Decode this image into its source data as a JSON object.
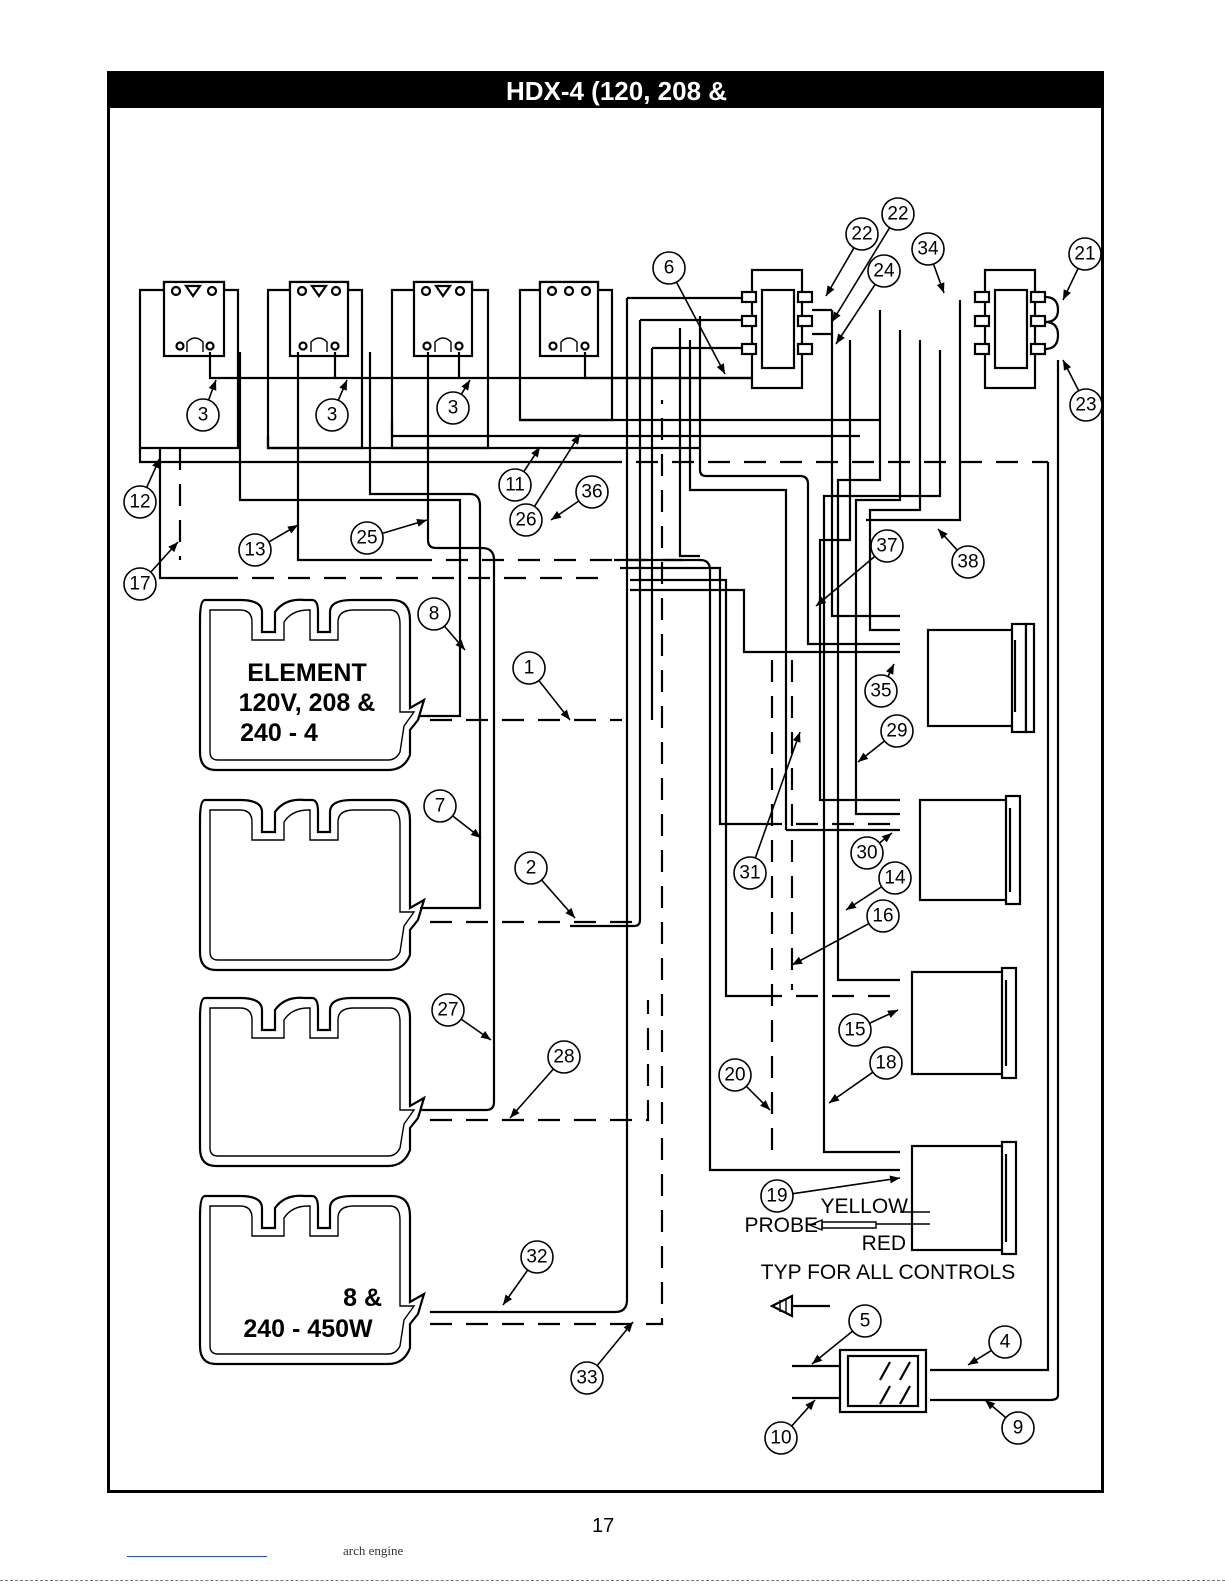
{
  "title": "HDX-4  (120, 208 &",
  "element_labels": {
    "line1": "ELEMENT",
    "line2": "120V, 208 &",
    "line3": "240 - 4",
    "lower1": "8 &",
    "lower2": "240 - 450W"
  },
  "probe": {
    "probe_label": "PROBE",
    "yellow_label": "YELLOW",
    "red_label": "RED",
    "typ_note": "TYP FOR ALL CONTROLS"
  },
  "callouts": [
    "1",
    "2",
    "3",
    "4",
    "5",
    "6",
    "7",
    "8",
    "9",
    "10",
    "11",
    "12",
    "13",
    "14",
    "15",
    "16",
    "17",
    "18",
    "19",
    "20",
    "21",
    "22",
    "23",
    "24",
    "25",
    "26",
    "27",
    "28",
    "29",
    "30",
    "31",
    "32",
    "33",
    "34",
    "35",
    "36",
    "37",
    "38"
  ],
  "page_number": "17",
  "footer_text": "arch engine"
}
